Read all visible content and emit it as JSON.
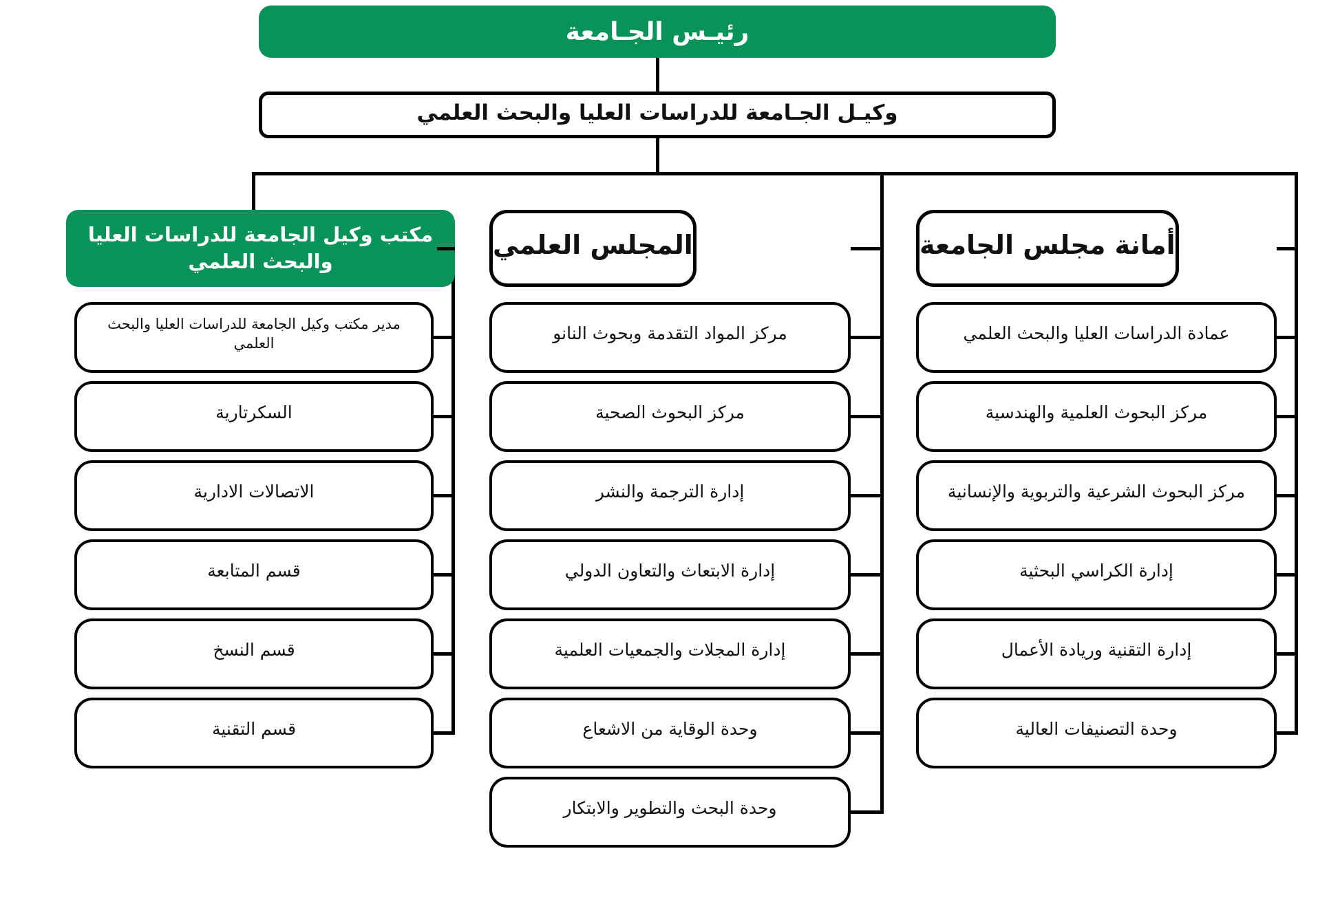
{
  "colors": {
    "accent_green": "#0a9358",
    "line_black": "#000000",
    "text_dark": "#111111",
    "background": "#ffffff"
  },
  "org": {
    "root": "رئيـس الجـامعة",
    "deputy": "وكيـل الجـامعة للدراسات العليا والبحث العلمي",
    "columns": [
      {
        "header": "مكتب وكيل الجامعة للدراسات العليا والبحث العلمي",
        "style": "green",
        "items": [
          "مدير مكتب وكيل الجامعة للدراسات العليا والبحث العلمي",
          "السكرتارية",
          "الاتصالات الادارية",
          "قسم المتابعة",
          "قسم النسخ",
          "قسم التقنية"
        ]
      },
      {
        "header": "المجلس العلمي",
        "style": "plain",
        "items": [
          "مركز المواد التقدمة وبحوث النانو",
          "مركز البحوث الصحية",
          "إدارة الترجمة والنشر",
          "إدارة الابتعاث والتعاون الدولي",
          "إدارة المجلات والجمعيات العلمية",
          "وحدة الوقاية من الاشعاع",
          "وحدة البحث والتطوير والابتكار"
        ]
      },
      {
        "header": "أمانة مجلس الجامعة",
        "style": "plain",
        "items": [
          "عمادة الدراسات العليا والبحث العلمي",
          "مركز البحوث العلمية والهندسية",
          "مركز البحوث الشرعية والتربوية والإنسانية",
          "إدارة الكراسي البحثية",
          "إدارة التقنية وريادة الأعمال",
          "وحدة التصنيفات العالية"
        ]
      }
    ]
  }
}
